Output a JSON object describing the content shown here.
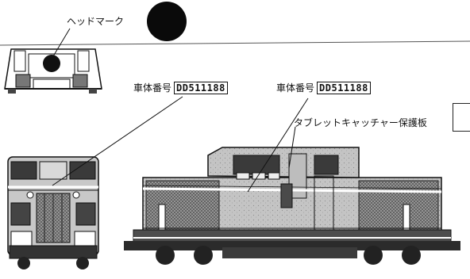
{
  "labels": {
    "headmark": "ヘッドマーク",
    "body_number_1_prefix": "車体番号",
    "body_number_1_value": "DD511188",
    "body_number_2_prefix": "車体番号",
    "body_number_2_value": "DD511188",
    "tablet_catcher": "タブレットキャッチャー保護板"
  },
  "colors": {
    "line": "#111111",
    "body_fill": "#bfbfbf",
    "dark": "#2b2b2b",
    "stripe": "#ffffff",
    "headmark_disc": "#0a0a0a"
  }
}
